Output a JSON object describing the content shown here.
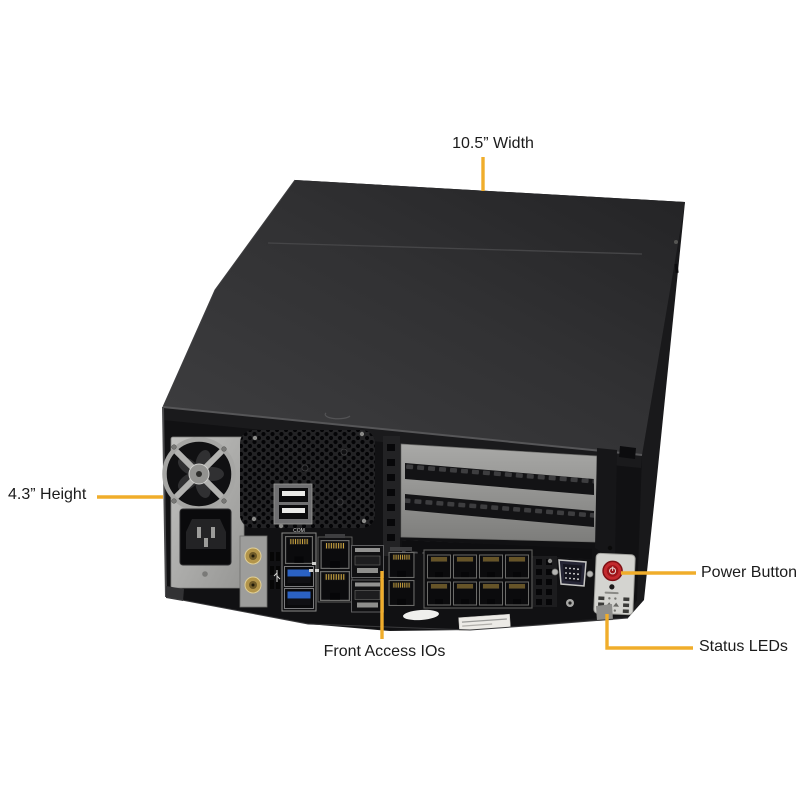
{
  "colors": {
    "background": "#ffffff",
    "callout_line": "#F0AD2B",
    "label_text": "#1b1b1b",
    "power_button_red": "#C42A2E",
    "usb3_blue": "#2B62C4",
    "antenna_gold": "#B3954A",
    "chassis_dark": "#2E2E30"
  },
  "callouts": {
    "width": "10.5” Width",
    "height": "4.3” Height",
    "power_button": "Power Button",
    "front_access_ios": "Front Access IOs",
    "status_leds": "Status LEDs"
  },
  "port_labels": {
    "com": "COM"
  }
}
